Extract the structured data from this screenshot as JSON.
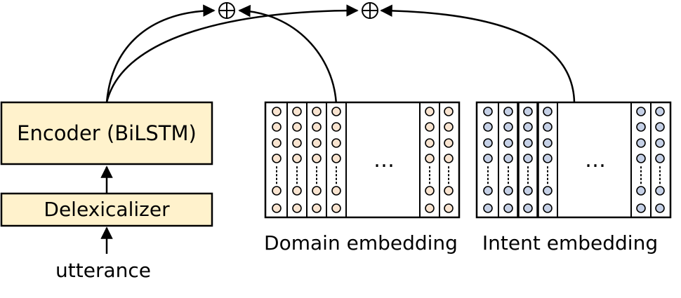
{
  "encoder": {
    "label": "Encoder (BiLSTM)"
  },
  "delexicalizer": {
    "label": "Delexicalizer"
  },
  "input": {
    "label": "utterance"
  },
  "domain_matrix": {
    "caption": "Domain embedding",
    "ellipsis": "…",
    "dot_color": "#f9e4d0"
  },
  "intent_matrix": {
    "caption": "Intent embedding",
    "ellipsis": "…",
    "dot_color": "#c5d0e6"
  },
  "colors": {
    "box_fill": "#fff2cc",
    "stroke": "#000000"
  },
  "operators": [
    "⊕",
    "⊕"
  ]
}
